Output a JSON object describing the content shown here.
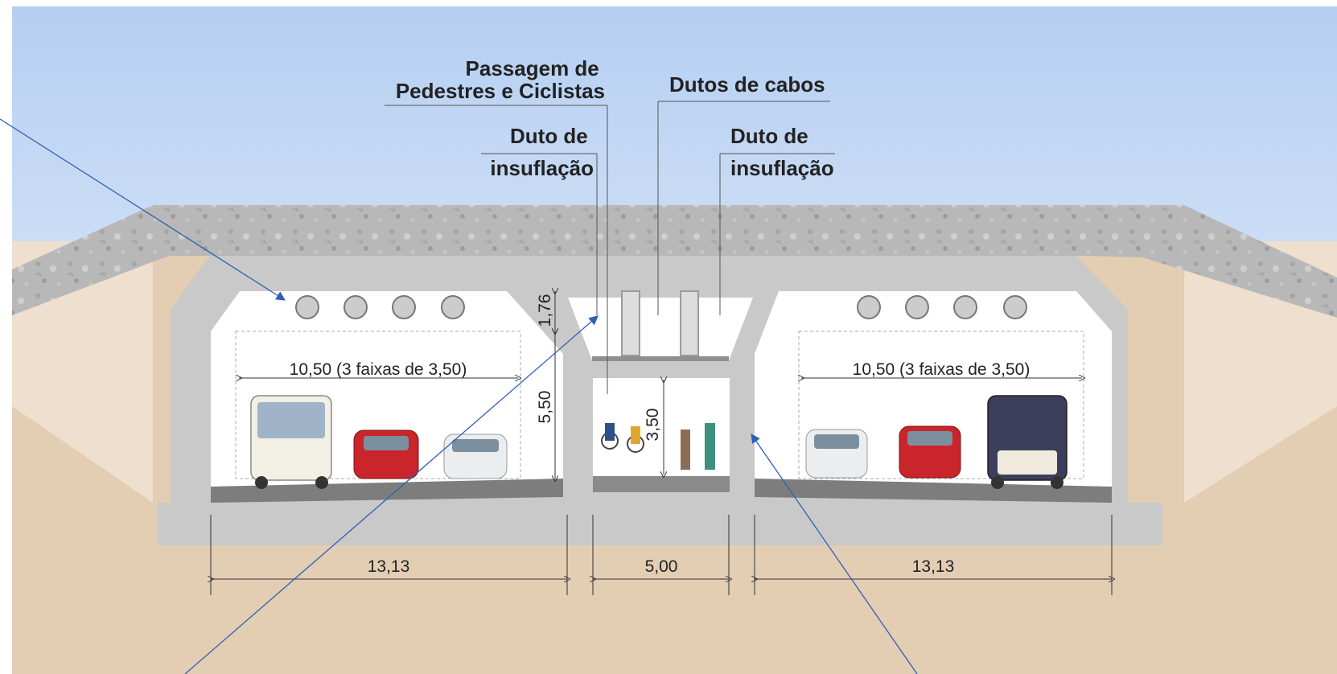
{
  "labels": {
    "pedestrian_passage_line1": "Passagem de",
    "pedestrian_passage_line2": "Pedestres e Ciclistas",
    "cable_ducts": "Dutos de cabos",
    "left_duct_line1": "Duto de",
    "left_duct_line2": "insuflação",
    "right_duct_line1": "Duto de",
    "right_duct_line2": "insuflação"
  },
  "dimensions": {
    "left_lanes": "10,50 (3 faixas de 3,50)",
    "right_lanes": "10,50 (3 faixas de 3,50)",
    "left_width": "13,13",
    "center_width": "5,00",
    "right_width": "13,13",
    "duct_height": "1,76",
    "road_clearance": "5,50",
    "passage_clearance": "3,50"
  },
  "colors": {
    "sky_top": "#b9d2f1",
    "soil": "#e2ccb1",
    "concrete": "#c9c9c9",
    "gravel": "#b5b5b5",
    "arrow": "#2f5fb5"
  }
}
